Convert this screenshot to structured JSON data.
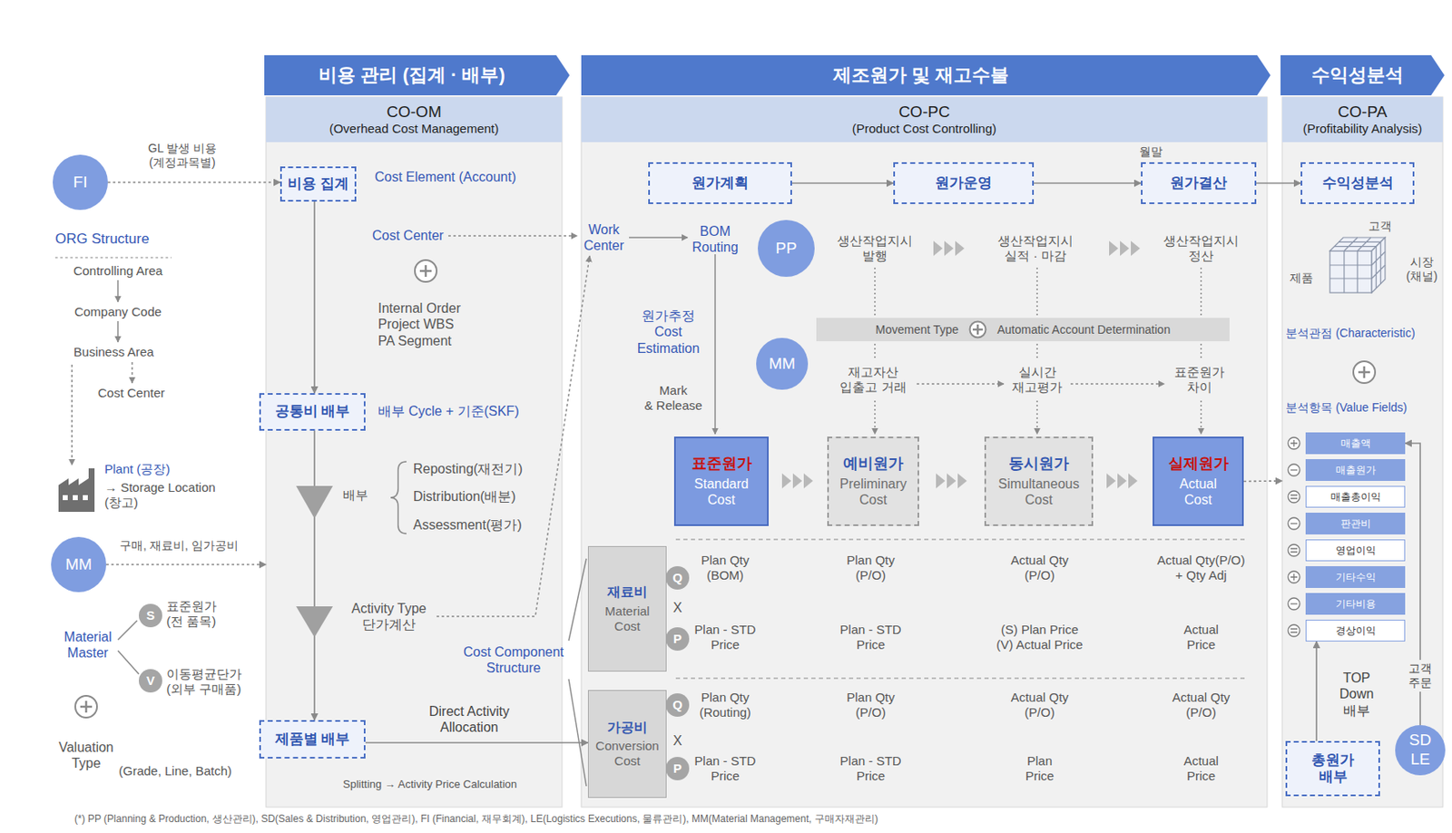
{
  "diagram": {
    "caption": "(*) PP (Planning & Production, 생산관리), SD(Sales & Distribution, 영업관리), FI (Financial, 재무회계), LE(Logistics Executions, 물류관리), MM(Material Management, 구매자재관리)",
    "nodes": [
      {
        "text": [
          "비용 관리 (집계 · 배부)"
        ]
      },
      {
        "text": [
          "제조원가 및 재고수불"
        ]
      },
      {
        "text": [
          "수익성분석"
        ]
      },
      {
        "text": [
          "FI"
        ]
      },
      {
        "text": [
          "MM"
        ]
      },
      {
        "text": [
          "S"
        ]
      },
      {
        "text": [
          "V"
        ]
      },
      {
        "text": [
          "CO-OM",
          "(Overhead Cost Management)"
        ]
      },
      {
        "text": [
          "비용 집계"
        ],
        "in": 7
      },
      {
        "text": [
          "공통비 배부"
        ],
        "in": 7
      },
      {
        "text": [
          "제품별 배부"
        ],
        "in": 7
      },
      {
        "text": [
          "CO-PC",
          "(Product Cost Controlling)"
        ]
      },
      {
        "text": [
          "원가계획"
        ],
        "in": 11
      },
      {
        "text": [
          "원가운영"
        ],
        "in": 11
      },
      {
        "text": [
          "원가결산"
        ],
        "in": 11
      },
      {
        "text": [
          "PP"
        ],
        "in": 11
      },
      {
        "text": [
          "Movement Type",
          "Automatic Account Determination"
        ],
        "in": 11
      },
      {
        "text": [
          "MM"
        ],
        "in": 11
      },
      {
        "text": [
          "표준원가",
          "Standard Cost"
        ],
        "in": 11
      },
      {
        "text": [
          "예비원가",
          "Preliminary Cost"
        ],
        "in": 11
      },
      {
        "text": [
          "동시원가",
          "Simultaneous Cost"
        ],
        "in": 11
      },
      {
        "text": [
          "실제원가",
          "Actual Cost"
        ],
        "in": 11
      },
      {
        "text": [
          "재료비",
          "Material Cost"
        ],
        "in": 11
      },
      {
        "text": [
          "Q"
        ],
        "in": 11
      },
      {
        "text": [
          "P"
        ],
        "in": 11
      },
      {
        "text": [
          "가공비",
          "Conversion Cost"
        ],
        "in": 11
      },
      {
        "text": [
          "Q"
        ],
        "in": 11
      },
      {
        "text": [
          "P"
        ],
        "in": 11
      },
      {
        "text": [
          "CO-PA",
          "(Profitability Analysis)"
        ]
      },
      {
        "text": [
          "수익성분석"
        ],
        "in": 28
      },
      {
        "text": [
          "매출액"
        ],
        "in": 28
      },
      {
        "text": [
          "매출원가"
        ],
        "in": 28
      },
      {
        "text": [
          "매출총이익"
        ],
        "in": 28
      },
      {
        "text": [
          "판관비"
        ],
        "in": 28
      },
      {
        "text": [
          "영업이익"
        ],
        "in": 28
      },
      {
        "text": [
          "기타수익"
        ],
        "in": 28
      },
      {
        "text": [
          "기타비용"
        ],
        "in": 28
      },
      {
        "text": [
          "경상이익"
        ],
        "in": 28
      },
      {
        "text": [
          "총원가 배부"
        ],
        "in": 28
      },
      {
        "text": [
          "SD LE"
        ]
      }
    ],
    "edges": [
      {
        "from": 3,
        "to": 8,
        "label": "GL 발생 비용 (계정과목별)",
        "arrow": "to"
      },
      {
        "from": 4,
        "to": 7,
        "label": "구매, 재료비, 임가공비",
        "arrow": "to"
      },
      {
        "from": 8,
        "to": 9,
        "arrow": "to"
      },
      {
        "from": 9,
        "to": 10,
        "arrow": "to"
      },
      {
        "from": 10,
        "to": 25,
        "label": "Direct Activity Allocation",
        "arrow": "to"
      },
      {
        "from": 12,
        "to": 13,
        "arrow": "to"
      },
      {
        "from": 13,
        "to": 14,
        "arrow": "to"
      },
      {
        "from": 14,
        "to": 29,
        "arrow": "to"
      },
      {
        "from": 21,
        "to": 28,
        "arrow": "to"
      },
      {
        "from": 38,
        "to": 37,
        "arrow": "to"
      },
      {
        "from": 39,
        "to": 30,
        "label": "고객 주문",
        "arrow": "to"
      }
    ],
    "labels": [
      "ORG Structure",
      "Controlling Area",
      "Company Code",
      "Business Area",
      "Cost Center",
      "Plant (공장)",
      "→ Storage Location (창고)",
      "Material Master",
      "표준원가 (전 품목)",
      "이동평균단가 (외부 구매품)",
      "Valuation Type",
      "(Grade, Line, Batch)",
      "Cost Element (Account)",
      "Cost Center",
      "Internal Order Project WBS PA Segment",
      "배부 Cycle + 기준(SKF)",
      "배부",
      "Reposting(재전기)",
      "Distribution(배분)",
      "Assessment(평가)",
      "Activity Type 단가계산",
      "Splitting → Activity Price Calculation",
      "월말",
      "Work Center",
      "BOM Routing",
      "생산작업지시 발행",
      "생산작업지시 실적 · 마감",
      "생산작업지시 정산",
      "원가추정 Cost Estimation",
      "Mark & Release",
      "재고자산 입출고 거래",
      "실시간 재고평가",
      "표준원가 차이",
      "Plan Qty (BOM)",
      "Plan Qty (P/O)",
      "Actual Qty (P/O)",
      "Actual Qty(P/O) + Qty Adj",
      "Plan - STD Price",
      "Plan - STD Price",
      "(S) Plan Price (V) Actual Price",
      "Actual Price",
      "X",
      "Cost Component Structure",
      "Plan Qty (Routing)",
      "Plan Qty (P/O)",
      "Actual Qty (P/O)",
      "Actual Qty (P/O)",
      "Plan - STD Price",
      "Plan - STD Price",
      "Plan Price",
      "Actual Price",
      "X",
      "고객",
      "시장 (채널)",
      "제품",
      "분석관점 (Characteristic)",
      "분석항목 (Value Fields)",
      "TOP Down 배부"
    ]
  }
}
